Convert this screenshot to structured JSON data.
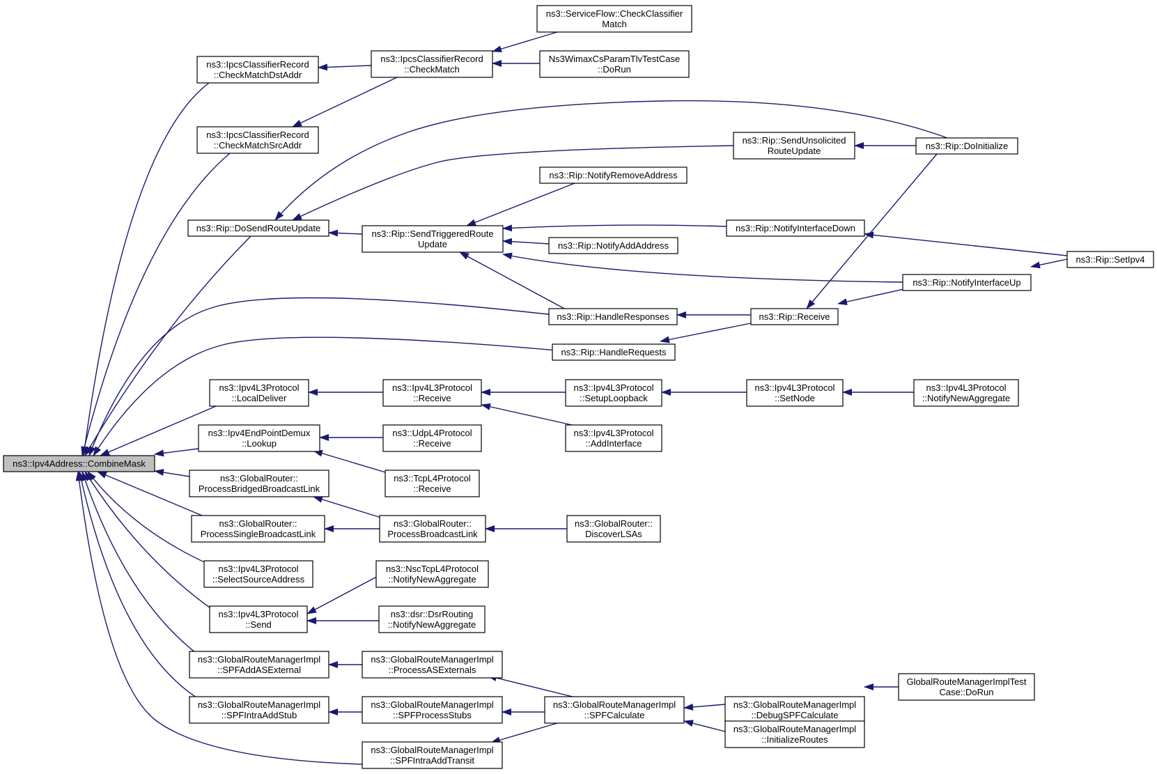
{
  "diagram": {
    "arrow_color": "#191970",
    "root_fill": "#bfbfbf",
    "nodes": [
      {
        "id": "n0",
        "lines": [
          "ns3::Ipv4Address::CombineMask"
        ],
        "root": true
      },
      {
        "id": "n1",
        "lines": [
          "ns3::IpcsClassifierRecord",
          "::CheckMatchDstAddr"
        ]
      },
      {
        "id": "n2",
        "lines": [
          "ns3::IpcsClassifierRecord",
          "::CheckMatch"
        ]
      },
      {
        "id": "n3",
        "lines": [
          "ns3::ServiceFlow::CheckClassifier",
          "Match"
        ]
      },
      {
        "id": "n4",
        "lines": [
          "Ns3WimaxCsParamTlvTestCase",
          "::DoRun"
        ]
      },
      {
        "id": "n5",
        "lines": [
          "ns3::IpcsClassifierRecord",
          "::CheckMatchSrcAddr"
        ]
      },
      {
        "id": "n6",
        "lines": [
          "ns3::Rip::SendUnsolicited",
          "RouteUpdate"
        ]
      },
      {
        "id": "n7",
        "lines": [
          "ns3::Rip::DoInitialize"
        ]
      },
      {
        "id": "n8",
        "lines": [
          "ns3::Rip::NotifyRemoveAddress"
        ]
      },
      {
        "id": "n9",
        "lines": [
          "ns3::Rip::DoSendRouteUpdate"
        ]
      },
      {
        "id": "n10",
        "lines": [
          "ns3::Rip::SendTriggeredRoute",
          "Update"
        ]
      },
      {
        "id": "n11",
        "lines": [
          "ns3::Rip::NotifyInterfaceDown"
        ]
      },
      {
        "id": "n12",
        "lines": [
          "ns3::Rip::NotifyAddAddress"
        ]
      },
      {
        "id": "n13",
        "lines": [
          "ns3::Rip::SetIpv4"
        ]
      },
      {
        "id": "n14",
        "lines": [
          "ns3::Rip::NotifyInterfaceUp"
        ]
      },
      {
        "id": "n15",
        "lines": [
          "ns3::Rip::HandleResponses"
        ]
      },
      {
        "id": "n16",
        "lines": [
          "ns3::Rip::Receive"
        ]
      },
      {
        "id": "n17",
        "lines": [
          "ns3::Rip::HandleRequests"
        ]
      },
      {
        "id": "n18",
        "lines": [
          "ns3::Ipv4L3Protocol",
          "::LocalDeliver"
        ]
      },
      {
        "id": "n19",
        "lines": [
          "ns3::Ipv4L3Protocol",
          "::Receive"
        ]
      },
      {
        "id": "n20",
        "lines": [
          "ns3::Ipv4L3Protocol",
          "::SetupLoopback"
        ]
      },
      {
        "id": "n21",
        "lines": [
          "ns3::Ipv4L3Protocol",
          "::SetNode"
        ]
      },
      {
        "id": "n22",
        "lines": [
          "ns3::Ipv4L3Protocol",
          "::NotifyNewAggregate"
        ]
      },
      {
        "id": "n23",
        "lines": [
          "ns3::Ipv4EndPointDemux",
          "::Lookup"
        ]
      },
      {
        "id": "n24",
        "lines": [
          "ns3::UdpL4Protocol",
          "::Receive"
        ]
      },
      {
        "id": "n25",
        "lines": [
          "ns3::Ipv4L3Protocol",
          "::AddInterface"
        ]
      },
      {
        "id": "n26",
        "lines": [
          "ns3::TcpL4Protocol",
          "::Receive"
        ]
      },
      {
        "id": "n27",
        "lines": [
          "ns3::GlobalRouter::",
          "ProcessBridgedBroadcastLink"
        ]
      },
      {
        "id": "n28",
        "lines": [
          "ns3::GlobalRouter::",
          "ProcessSingleBroadcastLink"
        ]
      },
      {
        "id": "n29",
        "lines": [
          "ns3::GlobalRouter::",
          "ProcessBroadcastLink"
        ]
      },
      {
        "id": "n30",
        "lines": [
          "ns3::GlobalRouter::",
          "DiscoverLSAs"
        ]
      },
      {
        "id": "n31",
        "lines": [
          "ns3::Ipv4L3Protocol",
          "::SelectSourceAddress"
        ]
      },
      {
        "id": "n32",
        "lines": [
          "ns3::NscTcpL4Protocol",
          "::NotifyNewAggregate"
        ]
      },
      {
        "id": "n33",
        "lines": [
          "ns3::Ipv4L3Protocol",
          "::Send"
        ]
      },
      {
        "id": "n34",
        "lines": [
          "ns3::dsr::DsrRouting",
          "::NotifyNewAggregate"
        ]
      },
      {
        "id": "n35",
        "lines": [
          "ns3::GlobalRouteManagerImpl",
          "::SPFAddASExternal"
        ]
      },
      {
        "id": "n36",
        "lines": [
          "ns3::GlobalRouteManagerImpl",
          "::ProcessASExternals"
        ]
      },
      {
        "id": "n37",
        "lines": [
          "ns3::GlobalRouteManagerImpl",
          "::DebugSPFCalculate"
        ]
      },
      {
        "id": "n38",
        "lines": [
          "GlobalRouteManagerImplTest",
          "Case::DoRun"
        ]
      },
      {
        "id": "n39",
        "lines": [
          "ns3::GlobalRouteManagerImpl",
          "::SPFIntraAddStub"
        ]
      },
      {
        "id": "n40",
        "lines": [
          "ns3::GlobalRouteManagerImpl",
          "::SPFProcessStubs"
        ]
      },
      {
        "id": "n41",
        "lines": [
          "ns3::GlobalRouteManagerImpl",
          "::SPFCalculate"
        ]
      },
      {
        "id": "n42",
        "lines": [
          "ns3::GlobalRouteManagerImpl",
          "::InitializeRoutes"
        ]
      },
      {
        "id": "n43",
        "lines": [
          "ns3::GlobalRouteManagerImpl",
          "::SPFIntraAddTransit"
        ]
      }
    ],
    "edges": [
      {
        "from": "n1",
        "to": "n0"
      },
      {
        "from": "n5",
        "to": "n0"
      },
      {
        "from": "n9",
        "to": "n0"
      },
      {
        "from": "n15",
        "to": "n0"
      },
      {
        "from": "n17",
        "to": "n0"
      },
      {
        "from": "n18",
        "to": "n0"
      },
      {
        "from": "n23",
        "to": "n0"
      },
      {
        "from": "n27",
        "to": "n0"
      },
      {
        "from": "n28",
        "to": "n0"
      },
      {
        "from": "n31",
        "to": "n0"
      },
      {
        "from": "n33",
        "to": "n0"
      },
      {
        "from": "n35",
        "to": "n0"
      },
      {
        "from": "n39",
        "to": "n0"
      },
      {
        "from": "n43",
        "to": "n0"
      },
      {
        "from": "n2",
        "to": "n1"
      },
      {
        "from": "n2",
        "to": "n5"
      },
      {
        "from": "n3",
        "to": "n2"
      },
      {
        "from": "n4",
        "to": "n2"
      },
      {
        "from": "n6",
        "to": "n9"
      },
      {
        "from": "n7",
        "to": "n9"
      },
      {
        "from": "n10",
        "to": "n9"
      },
      {
        "from": "n7",
        "to": "n6"
      },
      {
        "from": "n8",
        "to": "n10"
      },
      {
        "from": "n11",
        "to": "n10"
      },
      {
        "from": "n12",
        "to": "n10"
      },
      {
        "from": "n14",
        "to": "n10"
      },
      {
        "from": "n15",
        "to": "n10"
      },
      {
        "from": "n13",
        "to": "n11"
      },
      {
        "from": "n13",
        "to": "n14"
      },
      {
        "from": "n16",
        "to": "n15"
      },
      {
        "from": "n16",
        "to": "n17"
      },
      {
        "from": "n7",
        "to": "n16"
      },
      {
        "from": "n14",
        "to": "n16"
      },
      {
        "from": "n19",
        "to": "n18"
      },
      {
        "from": "n20",
        "to": "n19"
      },
      {
        "from": "n25",
        "to": "n19"
      },
      {
        "from": "n21",
        "to": "n20"
      },
      {
        "from": "n22",
        "to": "n21"
      },
      {
        "from": "n24",
        "to": "n23"
      },
      {
        "from": "n26",
        "to": "n23"
      },
      {
        "from": "n29",
        "to": "n27"
      },
      {
        "from": "n29",
        "to": "n28"
      },
      {
        "from": "n30",
        "to": "n29"
      },
      {
        "from": "n32",
        "to": "n33"
      },
      {
        "from": "n34",
        "to": "n33"
      },
      {
        "from": "n36",
        "to": "n35"
      },
      {
        "from": "n41",
        "to": "n36"
      },
      {
        "from": "n40",
        "to": "n39"
      },
      {
        "from": "n41",
        "to": "n40"
      },
      {
        "from": "n41",
        "to": "n43"
      },
      {
        "from": "n37",
        "to": "n41"
      },
      {
        "from": "n42",
        "to": "n41"
      },
      {
        "from": "n38",
        "to": "n37"
      }
    ]
  }
}
